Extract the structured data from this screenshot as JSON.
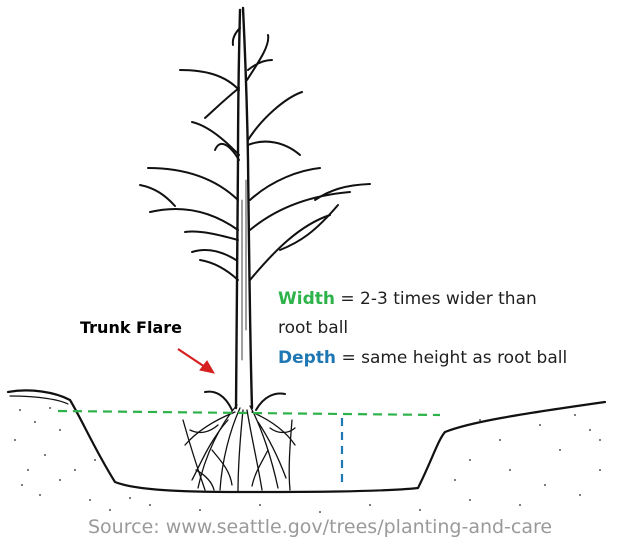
{
  "labels": {
    "trunk_flare": "Trunk Flare",
    "width_keyword": "Width",
    "width_text_line1": " = 2-3 times wider than",
    "width_text_line2": "root ball",
    "depth_keyword": "Depth",
    "depth_text": " = same height as root ball"
  },
  "source": "Source: www.seattle.gov/trees/planting-and-care",
  "colors": {
    "width": "#2db34a",
    "depth": "#1f78b4",
    "arrow": "#d62020",
    "ink": "#111111",
    "source_text": "#9a9a9a"
  }
}
